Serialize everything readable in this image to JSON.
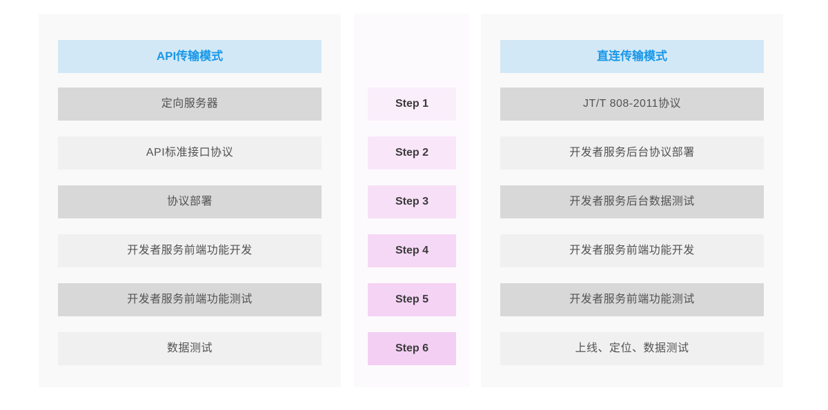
{
  "diagram": {
    "left_panel": {
      "title": "API传输模式",
      "rows": [
        "定向服务器",
        "API标准接口协议",
        "协议部署",
        "开发者服务前端功能开发",
        "开发者服务前端功能测试",
        "数据测试"
      ]
    },
    "middle_panel": {
      "steps": [
        "Step 1",
        "Step 2",
        "Step 3",
        "Step 4",
        "Step 5",
        "Step 6"
      ]
    },
    "right_panel": {
      "title": "直连传输模式",
      "rows": [
        "JT/T 808-2011协议",
        "开发者服务后台协议部署",
        "开发者服务后台数据测试",
        "开发者服务前端功能开发",
        "开发者服务前端功能测试",
        "上线、定位、数据测试"
      ]
    }
  },
  "colors": {
    "header_bg": "#d3e8f6",
    "header_text": "#1897e8",
    "row_dark_bg": "#d8d8d8",
    "row_light_bg": "#f0f0f0",
    "row_text": "#525252",
    "side_panel_bg": "#f9f9f9",
    "middle_panel_bg": "#fdfafd",
    "step_text": "#3a3a3a",
    "step_backgrounds": [
      "#fbeefb",
      "#f9e6f9",
      "#f7dff7",
      "#f5d8f5",
      "#f4d3f4",
      "#f3cff3"
    ]
  }
}
